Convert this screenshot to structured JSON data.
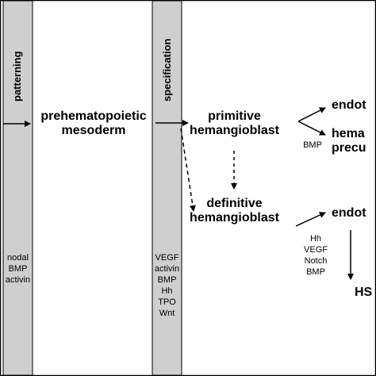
{
  "bands": {
    "patterning_label": "patterning",
    "specification_label": "specification"
  },
  "nodes": {
    "prehematopoietic": [
      "prehematopoietic",
      "mesoderm"
    ],
    "primitive": [
      "primitive",
      "hemangioblast"
    ],
    "definitive": [
      "definitive",
      "hemangioblast"
    ],
    "endot_top": "endot",
    "hema_precursor": [
      "hema",
      "precu"
    ],
    "endot_bottom": "endot",
    "hs": "HS"
  },
  "factors": {
    "patterning": [
      "nodal",
      "BMP",
      "activin"
    ],
    "specification": [
      "VEGF",
      "activin",
      "BMP",
      "Hh",
      "TPO",
      "Wnt"
    ],
    "primitive_branch": [
      "BMP"
    ],
    "definitive_branch": [
      "Hh",
      "VEGF",
      "Notch",
      "BMP"
    ]
  },
  "colors": {
    "band_fill": "#cfcfcf",
    "frame": "#000000",
    "text": "#000000"
  }
}
